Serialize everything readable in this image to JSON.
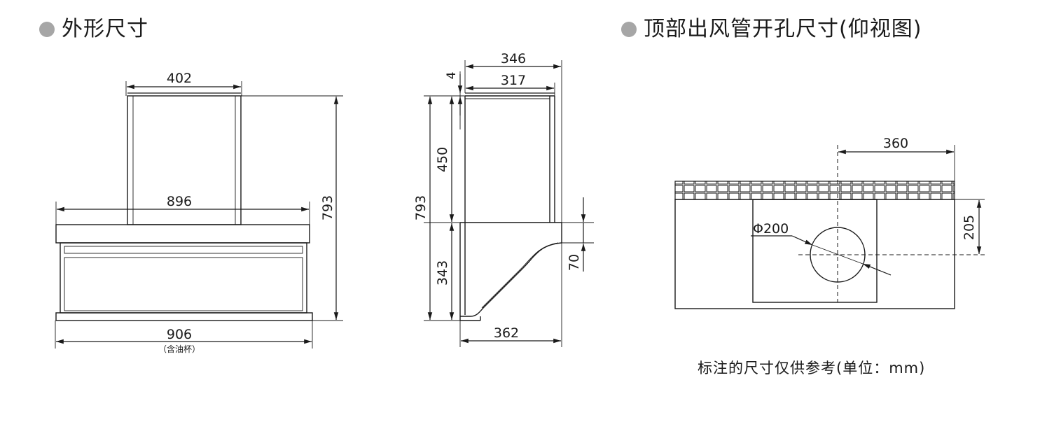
{
  "titles": {
    "left": "外形尺寸",
    "right": "顶部出风管开孔尺寸(仰视图)"
  },
  "front_view": {
    "chimney_width": "402",
    "body_width": "896",
    "total_width": "906",
    "total_width_note": "（含油杯）",
    "total_height": "793"
  },
  "side_view": {
    "top_depth": "346",
    "chimney_depth": "317",
    "top_offset": "4",
    "upper_height": "450",
    "total_height": "793",
    "lower_height": "343",
    "bottom_depth": "362",
    "outlet_height": "70"
  },
  "top_view": {
    "hole_offset": "360",
    "hole_depth": "205",
    "hole_diameter": "Φ200"
  },
  "note": "标注的尺寸仅供参考(单位：mm)",
  "colors": {
    "line": "#1a1a1a",
    "bullet": "#a6a6a6"
  }
}
